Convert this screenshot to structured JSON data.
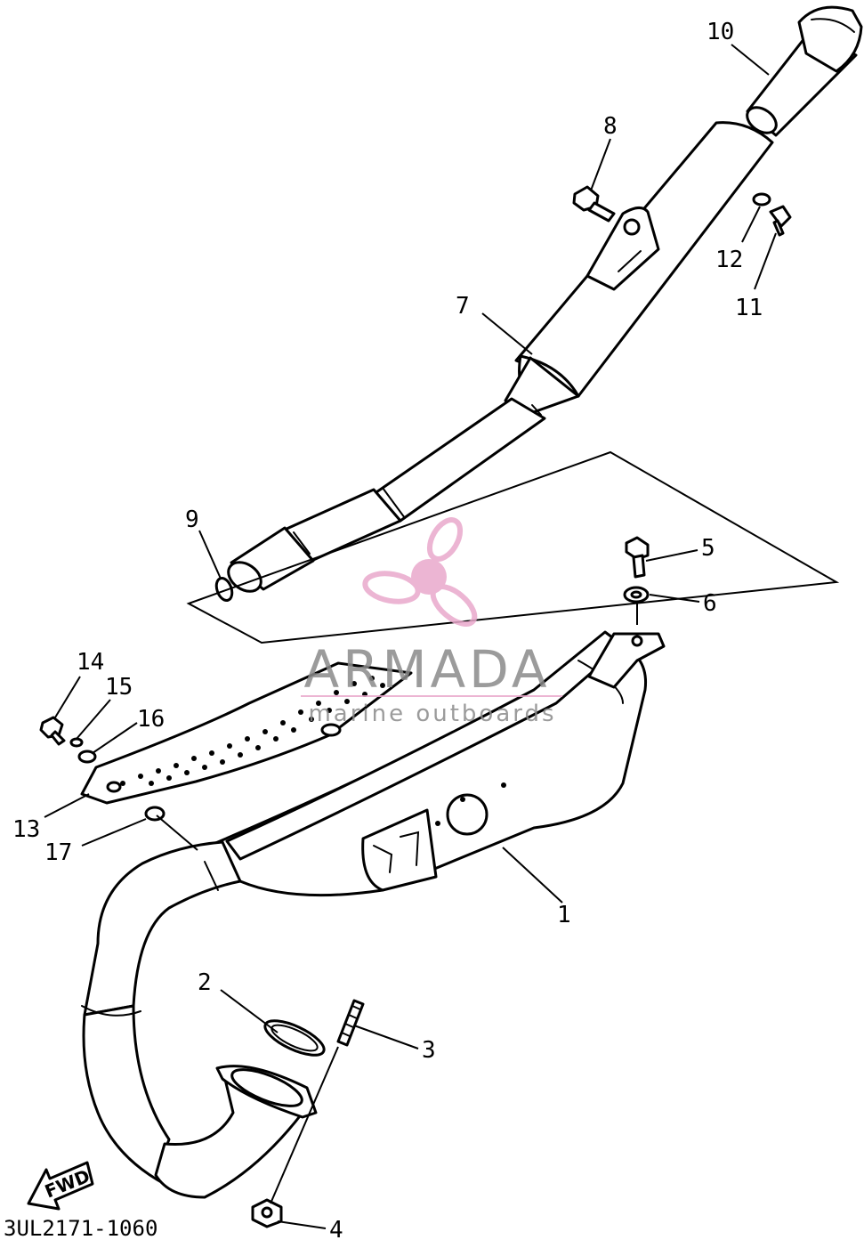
{
  "diagram": {
    "callouts": {
      "c1": "1",
      "c2": "2",
      "c3": "3",
      "c4": "4",
      "c5": "5",
      "c6": "6",
      "c7": "7",
      "c8": "8",
      "c9": "9",
      "c10": "10",
      "c11": "11",
      "c12": "12",
      "c13": "13",
      "c14": "14",
      "c15": "15",
      "c16": "16",
      "c17": "17"
    },
    "fwd_label": "FWD",
    "drawing_code": "3UL2171-1060"
  },
  "watermark": {
    "brand": "ARMADA",
    "tagline": "marine outboards",
    "color_pink": "#e9a9cc",
    "color_gray": "#8a8a8a",
    "icon": "propeller-icon"
  }
}
